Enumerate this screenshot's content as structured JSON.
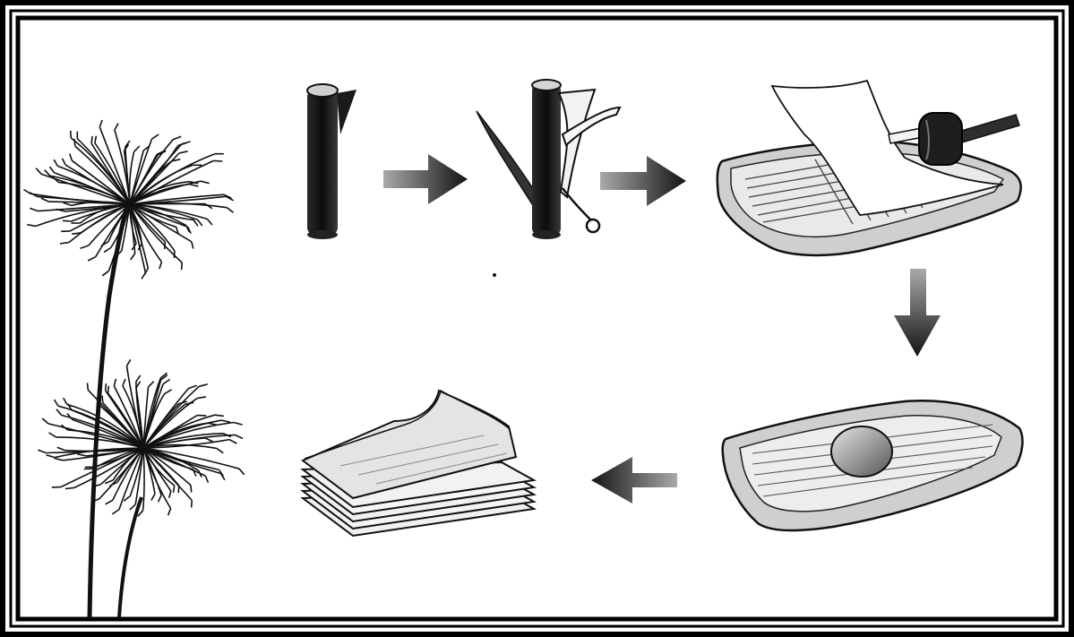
{
  "diagram": {
    "kind": "papyrus-papermaking-process",
    "has_text": false,
    "frame_style": "double-line-border",
    "steps": [
      {
        "order": 1,
        "name": "papyrus-plant"
      },
      {
        "order": 2,
        "name": "cut-stalk"
      },
      {
        "order": 3,
        "name": "stalk-peeled-into-strips"
      },
      {
        "order": 4,
        "name": "strips-laid-on-board-and-hammered"
      },
      {
        "order": 5,
        "name": "sheet-pressed-with-stone"
      },
      {
        "order": 6,
        "name": "finished-stack-of-sheets"
      }
    ],
    "arrows": [
      {
        "from": "cut-stalk",
        "to": "stalk-peeled-into-strips",
        "direction": "right"
      },
      {
        "from": "stalk-peeled-into-strips",
        "to": "strips-laid-on-board-and-hammered",
        "direction": "right"
      },
      {
        "from": "strips-laid-on-board-and-hammered",
        "to": "sheet-pressed-with-stone",
        "direction": "down"
      },
      {
        "from": "sheet-pressed-with-stone",
        "to": "finished-stack-of-sheets",
        "direction": "left"
      }
    ],
    "colors": {
      "ink": "#111111",
      "paper": "#ffffff",
      "shade": "#9a9a9a"
    }
  }
}
